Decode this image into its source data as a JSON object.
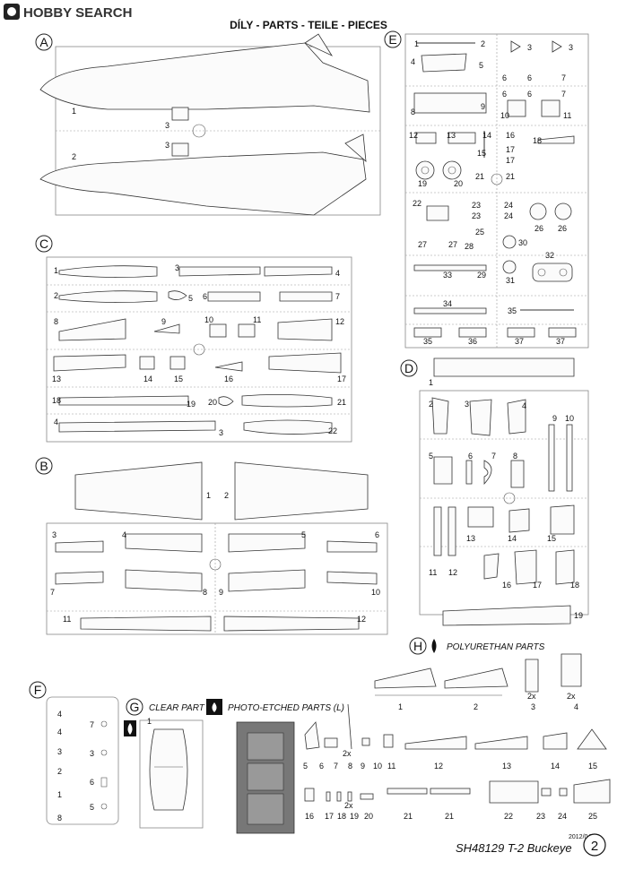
{
  "logo": "HOBBY SEARCH",
  "header": "DÍLY  -  PARTS  -  TEILE  -  PIECES",
  "sprues": {
    "A": {
      "letter": "A",
      "labels": [
        "1",
        "2",
        "3",
        "3"
      ]
    },
    "C": {
      "letter": "C",
      "labels": [
        "1",
        "3",
        "4",
        "2",
        "5",
        "6",
        "7",
        "8",
        "9",
        "10",
        "11",
        "12",
        "13",
        "14",
        "15",
        "16",
        "17",
        "18",
        "19",
        "20",
        "21",
        "4",
        "3",
        "22"
      ]
    },
    "B": {
      "letter": "B",
      "labels": [
        "1",
        "2",
        "3",
        "4",
        "5",
        "6",
        "7",
        "8",
        "9",
        "10",
        "11",
        "12"
      ]
    },
    "E": {
      "letter": "E",
      "labels": [
        "1",
        "2",
        "3",
        "3",
        "4",
        "5",
        "6",
        "6",
        "7",
        "6",
        "6",
        "7",
        "8",
        "9",
        "10",
        "11",
        "12",
        "13",
        "14",
        "15",
        "16",
        "17",
        "17",
        "18",
        "19",
        "20",
        "21",
        "21",
        "22",
        "23",
        "23",
        "24",
        "24",
        "25",
        "26",
        "26",
        "27",
        "27",
        "28",
        "29",
        "30",
        "31",
        "32",
        "33",
        "34",
        "35",
        "35",
        "36",
        "37",
        "37"
      ]
    },
    "D": {
      "letter": "D",
      "labels": [
        "1",
        "2",
        "3",
        "4",
        "5",
        "6",
        "7",
        "8",
        "9",
        "10",
        "11",
        "12",
        "13",
        "14",
        "15",
        "16",
        "17",
        "18",
        "19"
      ]
    },
    "F": {
      "letter": "F",
      "labels": [
        "4",
        "4",
        "3",
        "2",
        "1",
        "8",
        "7",
        "3",
        "6",
        "5"
      ]
    },
    "G": {
      "letter": "G",
      "labels": [
        "1"
      ]
    },
    "H": {
      "letter": "H",
      "labels": [
        "1",
        "2",
        "3",
        "4"
      ]
    },
    "L": {
      "labels": [
        "5",
        "6",
        "7",
        "8",
        "9",
        "10",
        "11",
        "12",
        "13",
        "14",
        "15",
        "16",
        "17",
        "18",
        "19",
        "20",
        "21",
        "21",
        "22",
        "23",
        "24",
        "25"
      ]
    }
  },
  "titles": {
    "clear": "CLEAR PART",
    "photo": "PHOTO-ETCHED PARTS (L)",
    "poly": "POLYURETHAN PARTS"
  },
  "multipliers": {
    "x2a": "2x",
    "x2b": "2x",
    "x2c": "2x",
    "x2d": "2x"
  },
  "footer": {
    "date": "2012/04",
    "title": "SH48129 T-2 Buckeye",
    "page": "2"
  }
}
